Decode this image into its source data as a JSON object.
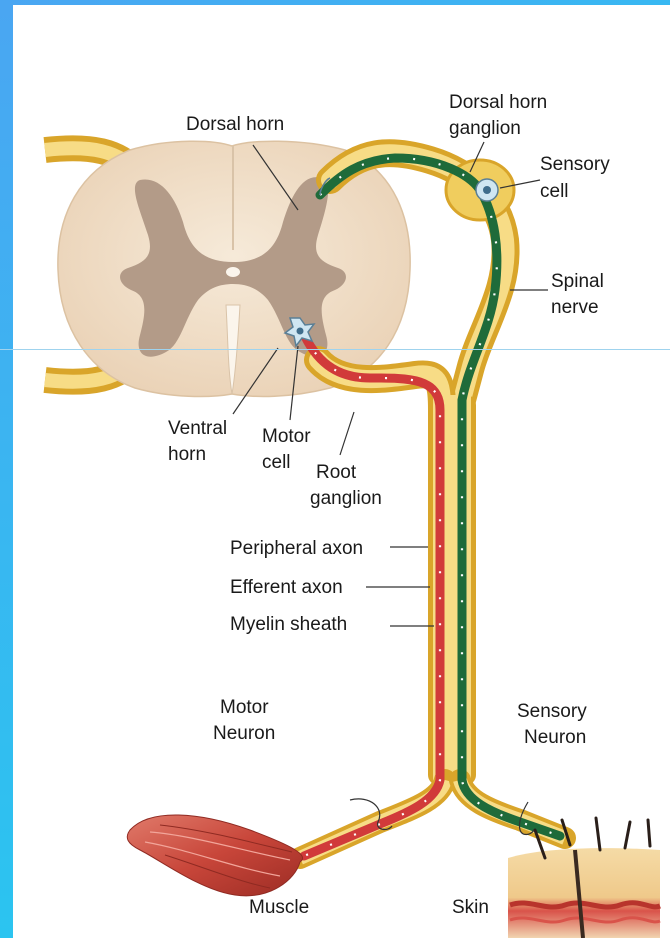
{
  "labels": {
    "dorsal_horn": "Dorsal horn",
    "dorsal_horn_ganglion_1": "Dorsal horn",
    "dorsal_horn_ganglion_2": "ganglion",
    "sensory_cell_1": "Sensory",
    "sensory_cell_2": "cell",
    "spinal_nerve_1": "Spinal",
    "spinal_nerve_2": "nerve",
    "ventral_horn_1": "Ventral",
    "ventral_horn_2": "horn",
    "motor_cell_1": "Motor",
    "motor_cell_2": "cell",
    "root_ganglion_1": "Root",
    "root_ganglion_2": "ganglion",
    "peripheral_axon": "Peripheral axon",
    "efferent_axon": "Efferent axon",
    "myelin_sheath": "Myelin sheath",
    "motor_neuron_1": "Motor",
    "motor_neuron_2": "Neuron",
    "sensory_neuron_1": "Sensory",
    "sensory_neuron_2": "Neuron",
    "muscle": "Muscle",
    "skin": "Skin"
  },
  "colors": {
    "nerve_sheath": "#f2c94c",
    "sensory_axon": "#1f6b3a",
    "motor_axon": "#d13a3a",
    "spinal_cord": "#f3e4d2",
    "grey_matter": "#b39b88",
    "muscle": "#c8463a",
    "skin": "#efc98a",
    "frame": "#3fb0f0"
  }
}
